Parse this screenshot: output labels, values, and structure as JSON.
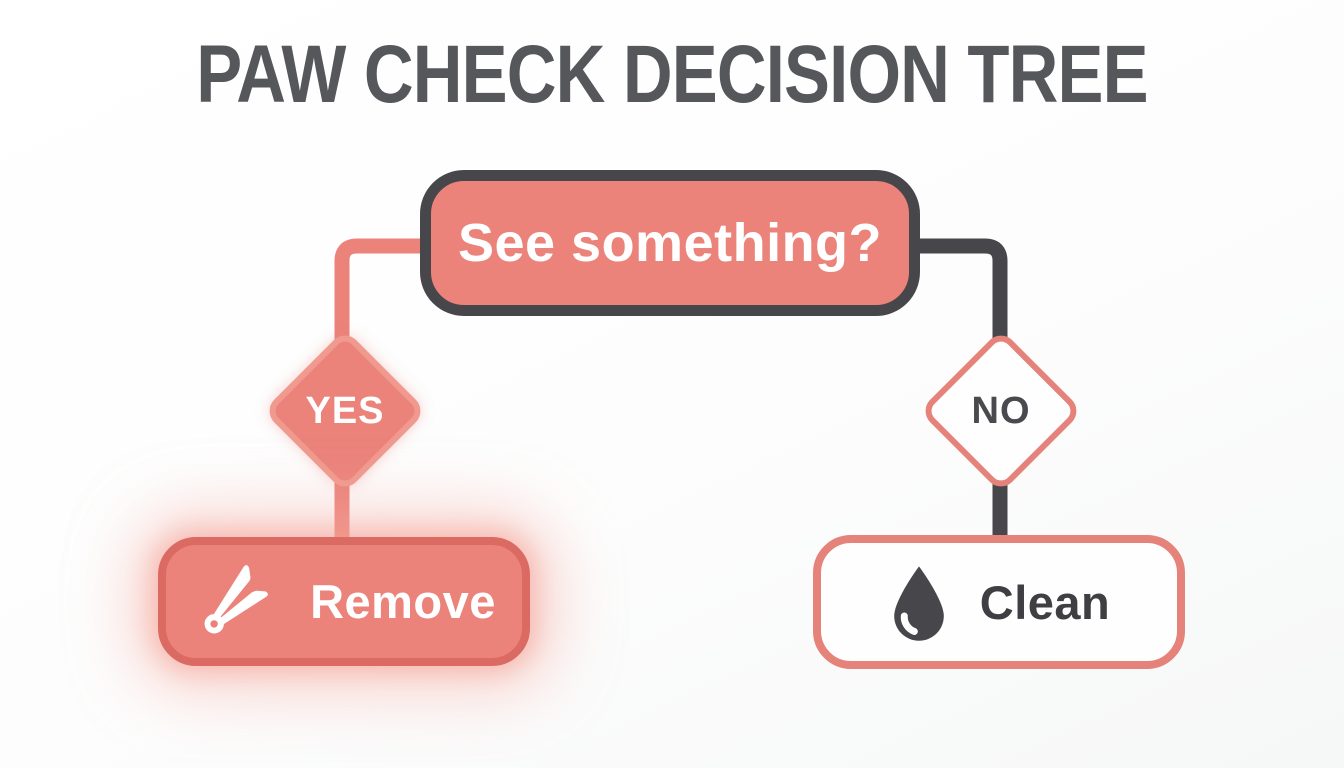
{
  "title": "PAW CHECK DECISION TREE",
  "diagram": {
    "type": "decision-tree",
    "root": {
      "label": "See something?"
    },
    "branches": [
      {
        "condition": "YES",
        "action": "Remove",
        "icon": "tweezers-icon"
      },
      {
        "condition": "NO",
        "action": "Clean",
        "icon": "water-drop-icon"
      }
    ]
  },
  "colors": {
    "salmon_fill": "#EB837B",
    "salmon_border_light": "#F0998F",
    "salmon_border_dark": "#DB6B62",
    "charcoal": "#47474B",
    "title_text": "#56575B",
    "node_text_light": "#FFFFFF",
    "node_text_dark": "#4A4A4E"
  }
}
